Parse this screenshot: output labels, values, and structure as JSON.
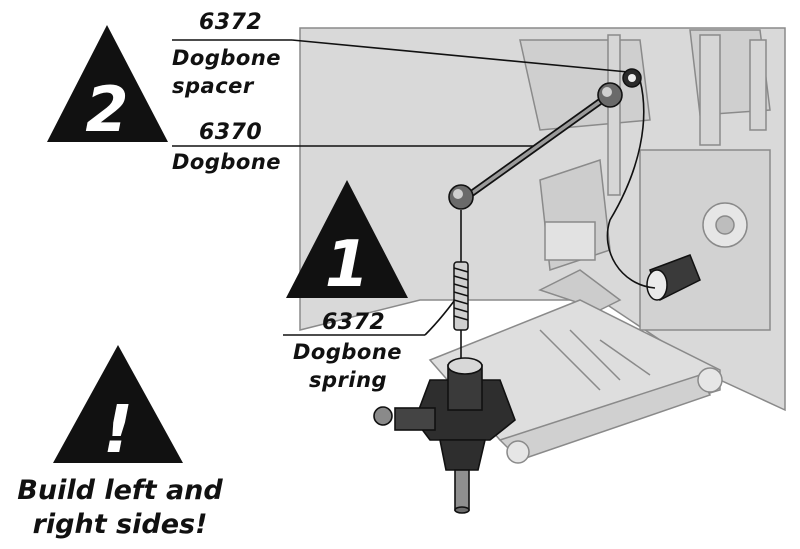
{
  "steps": [
    {
      "number": "2"
    },
    {
      "number": "1"
    }
  ],
  "callouts": {
    "spacer": {
      "part_no": "6372",
      "name": "Dogbone spacer"
    },
    "dogbone": {
      "part_no": "6370",
      "name": "Dogbone"
    },
    "spring": {
      "part_no": "6372",
      "name_line1": "Dogbone",
      "name_line2": "spring"
    }
  },
  "warning": {
    "symbol": "!",
    "line1": "Build left and",
    "line2": "right sides!"
  },
  "colors": {
    "ink": "#111111",
    "chassis_fill": "#d9d9d9",
    "chassis_stroke": "#8a8a8a",
    "part_dark": "#2b2b2b"
  }
}
